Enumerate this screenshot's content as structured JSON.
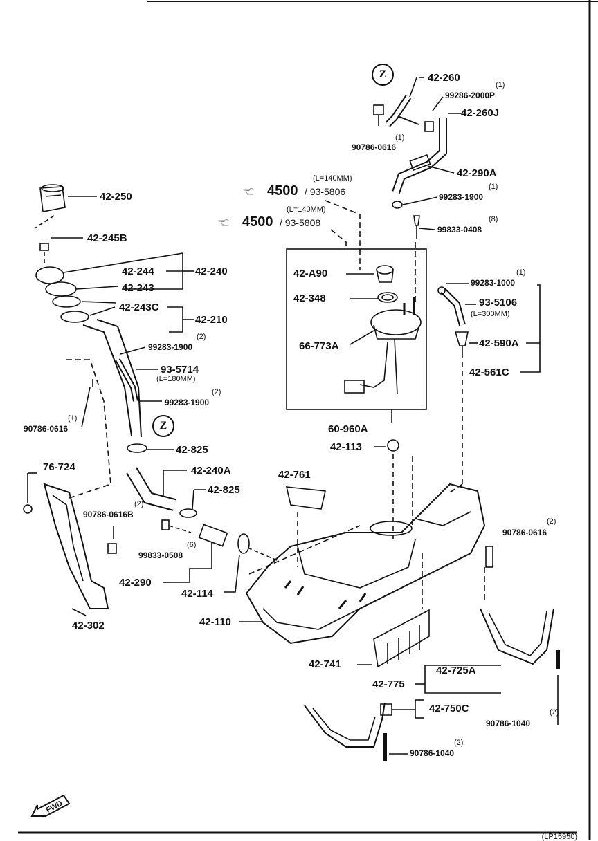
{
  "labels": {
    "p42_260": "42-260",
    "p42_260_qty": "(1)",
    "p99286_2000p": "99286-2000P",
    "p42_260j": "42-260J",
    "p90786_0616_top_qty": "(1)",
    "p90786_0616_top": "90786-0616",
    "p42_290a": "42-290A",
    "p99283_1900_top_qty": "(1)",
    "p99283_1900_top": "99283-1900",
    "p99833_0408_qty": "(8)",
    "p99833_0408": "99833-0408",
    "ref1_note": "(L=140MM)",
    "ref1_num": "4500",
    "ref1_sub": "/ 93-5806",
    "ref2_note": "(L=140MM)",
    "ref2_num": "4500",
    "ref2_sub": "/ 93-5808",
    "p42_250": "42-250",
    "p42_245b": "42-245B",
    "p42_244": "42-244",
    "p42_240": "42-240",
    "p42_243": "42-243",
    "p42_243c": "42-243C",
    "p42_210": "42-210",
    "p99283_1900_mid_qty": "(2)",
    "p99283_1900_mid": "99283-1900",
    "p93_5714": "93-5714",
    "p93_5714_len": "(L=180MM)",
    "p99283_1900_low_qty": "(2)",
    "p99283_1900_low": "99283-1900",
    "p90786_0616_left_qty": "(1)",
    "p90786_0616_left": "90786-0616",
    "p42_a90": "42-A90",
    "p42_348": "42-348",
    "p66_773a": "66-773A",
    "p60_960a": "60-960A",
    "p42_113": "42-113",
    "p99283_1000_qty": "(1)",
    "p99283_1000": "99283-1000",
    "p93_5106": "93-5106",
    "p93_5106_len": "(L=300MM)",
    "p42_590a": "42-590A",
    "p42_561c": "42-561C",
    "p42_825_a": "42-825",
    "p76_724": "76-724",
    "p42_240a": "42-240A",
    "p42_761": "42-761",
    "p42_825_b": "42-825",
    "p90786_0616b_qty": "(2)",
    "p90786_0616b": "90786-0616B",
    "p99833_0508_qty": "(6)",
    "p99833_0508": "99833-0508",
    "p42_290": "42-290",
    "p42_114": "42-114",
    "p90786_0616_right_qty": "(2)",
    "p90786_0616_right": "90786-0616",
    "p42_302": "42-302",
    "p42_110": "42-110",
    "p42_741": "42-741",
    "p42_725a": "42-725A",
    "p42_775": "42-775",
    "p42_750c": "42-750C",
    "p90786_1040_a_qty": "(2)",
    "p90786_1040_a": "90786-1040",
    "p90786_1040_b_qty": "(2)",
    "p90786_1040_b": "90786-1040",
    "z_top": "Z",
    "z_mid": "Z",
    "fwd": "FWD",
    "footer": "(LP15950)"
  },
  "icons": {
    "reference_pointer": "pointing-hand-icon",
    "section_marker": "circled-letter-icon",
    "direction": "fwd-arrow-icon"
  },
  "colors": {
    "ink": "#111111",
    "paper": "#ffffff"
  }
}
